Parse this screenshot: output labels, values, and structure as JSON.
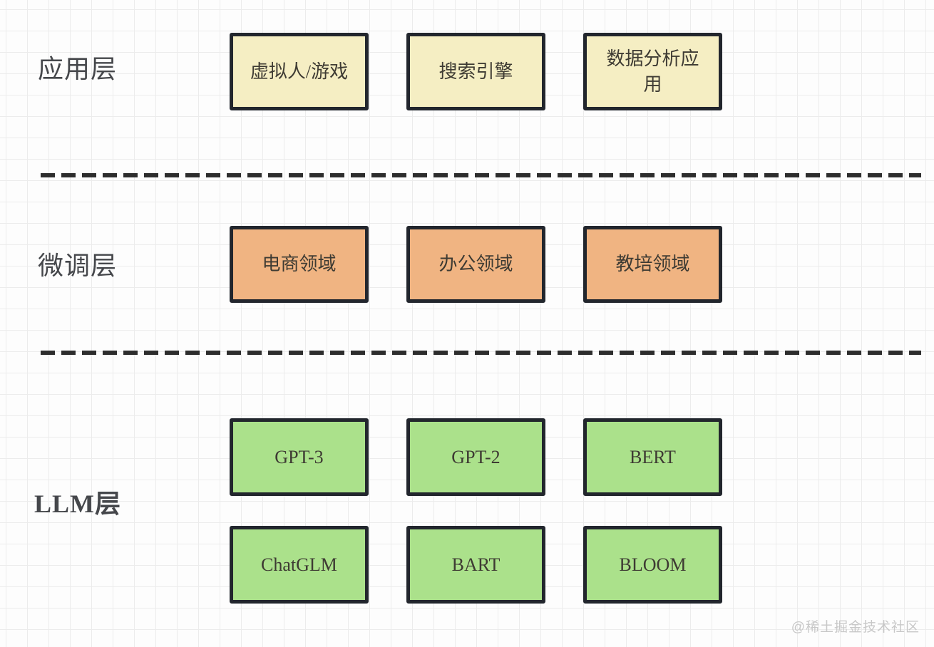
{
  "colors": {
    "app_fill": "#f5eec3",
    "tune_fill": "#f0b482",
    "llm_fill": "#abe18b",
    "border": "#22262d",
    "dash": "#2d2d2d",
    "watermark_color": "#c8c8c8"
  },
  "layers": [
    {
      "label": "应用层",
      "boxes": [
        "虚拟人/游戏",
        "搜索引擎",
        "数据分析应用"
      ]
    },
    {
      "label": "微调层",
      "boxes": [
        "电商领域",
        "办公领域",
        "教培领域"
      ]
    },
    {
      "label": "LLM层",
      "rows": [
        [
          "GPT-3",
          "GPT-2",
          "BERT"
        ],
        [
          "ChatGLM",
          "BART",
          "BLOOM"
        ]
      ]
    }
  ],
  "watermark": "@稀土掘金技术社区"
}
